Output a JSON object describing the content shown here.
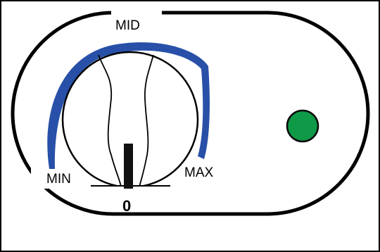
{
  "knob": {
    "labels": {
      "mid": "MID",
      "min": "MIN",
      "max": "MAX",
      "zero": "0"
    },
    "arc_color": "#2850a8",
    "pointer_color": "#111111"
  },
  "indicator_light": {
    "color": "#0f9a48",
    "stroke": "#0a0a0a"
  },
  "housing": {
    "stroke": "#000000"
  }
}
